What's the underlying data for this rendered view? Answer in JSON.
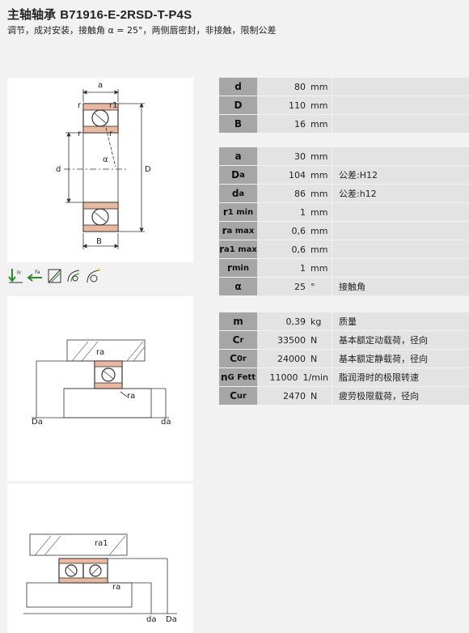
{
  "header": {
    "title_prefix": "主轴轴承",
    "model": "B71916-E-2RSD-T-P4S",
    "subtitle": "调节，成对安装，接触角 α = 25°，两侧唇密封，非接触，限制公差"
  },
  "drawing1": {
    "labels": {
      "a": "a",
      "r": "r",
      "r1": "r1",
      "d": "d",
      "D": "D",
      "B": "B",
      "alpha": "α"
    }
  },
  "icons": [
    "radial-load-icon",
    "axial-load-icon",
    "contact-angle-icon",
    "paired-mounting-icon",
    "seal-icon"
  ],
  "drawing2": {
    "labels": {
      "ra": "ra",
      "Da": "Da",
      "da": "da"
    }
  },
  "drawing3": {
    "labels": {
      "ra1": "ra1",
      "ra": "ra",
      "da": "da",
      "Da": "Da"
    }
  },
  "dimensions": [
    {
      "sym": "d",
      "sub": "",
      "value": "80",
      "unit": "mm",
      "desc": ""
    },
    {
      "sym": "D",
      "sub": "",
      "value": "110",
      "unit": "mm",
      "desc": ""
    },
    {
      "sym": "B",
      "sub": "",
      "value": "16",
      "unit": "mm",
      "desc": ""
    }
  ],
  "mounting": [
    {
      "sym": "a",
      "sub": "",
      "value": "30",
      "unit": "mm",
      "desc": ""
    },
    {
      "sym": "D",
      "sub": "a",
      "value": "104",
      "unit": "mm",
      "desc": "公差:H12"
    },
    {
      "sym": "d",
      "sub": "a",
      "value": "86",
      "unit": "mm",
      "desc": "公差:h12"
    },
    {
      "sym": "r",
      "sub": "1 min",
      "value": "1",
      "unit": "mm",
      "desc": ""
    },
    {
      "sym": "r",
      "sub": "a max",
      "value": "0,6",
      "unit": "mm",
      "desc": ""
    },
    {
      "sym": "r",
      "sub": "a1 max",
      "value": "0,6",
      "unit": "mm",
      "desc": ""
    },
    {
      "sym": "r",
      "sub": "min",
      "value": "1",
      "unit": "mm",
      "desc": ""
    },
    {
      "sym": "α",
      "sub": "",
      "value": "25",
      "unit": "°",
      "desc": "接触角"
    }
  ],
  "ratings": [
    {
      "sym": "m",
      "sub": "",
      "value": "0,39",
      "unit": "kg",
      "desc": "质量"
    },
    {
      "sym": "C",
      "sub": "r",
      "value": "33500",
      "unit": "N",
      "desc": "基本额定动载荷，径向"
    },
    {
      "sym": "C",
      "sub": "0r",
      "value": "24000",
      "unit": "N",
      "desc": "基本额定静载荷，径向"
    },
    {
      "sym": "n",
      "sub": "G Fett",
      "value": "11000",
      "unit": "1/min",
      "desc": "脂润滑时的极限转速"
    },
    {
      "sym": "C",
      "sub": "ur",
      "value": "2470",
      "unit": "N",
      "desc": "疲劳极限载荷，径向"
    }
  ]
}
